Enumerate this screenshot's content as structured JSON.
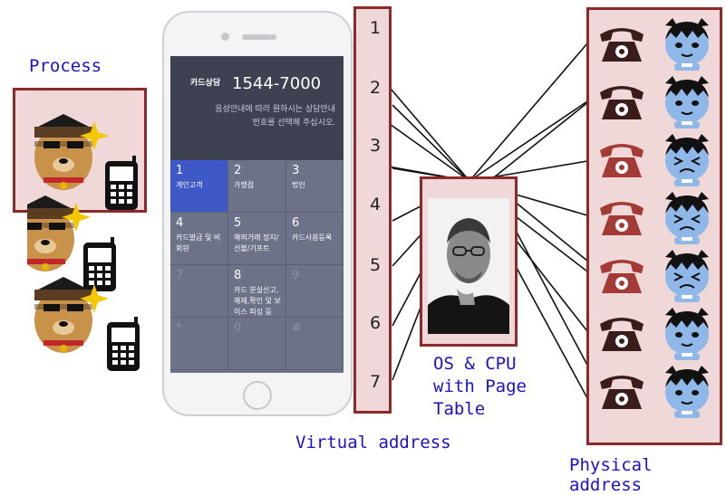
{
  "labels": {
    "process": "Process",
    "virtual_address": "Virtual address",
    "os_cpu": "OS & CPU",
    "with_page": "with Page",
    "table": "Table",
    "physical_address": "Physical address"
  },
  "virtual_pages": [
    "1",
    "2",
    "3",
    "4",
    "5",
    "6",
    "7"
  ],
  "phone_screen": {
    "header_small": "카드상담",
    "header_number": "1544-7000",
    "desc_line1": "음성안내에 따라 원하시는 상담안내",
    "desc_line2": "번호를 선택해 주십시오.",
    "keys": [
      {
        "num": "1",
        "text": "개인고객"
      },
      {
        "num": "2",
        "text": "가맹점"
      },
      {
        "num": "3",
        "text": "법인"
      },
      {
        "num": "4",
        "text": "카드발급 및 비회원"
      },
      {
        "num": "5",
        "text": "해외거래 정지/ 선불/기프트"
      },
      {
        "num": "6",
        "text": "카드사용등록"
      },
      {
        "num": "7",
        "text": ""
      },
      {
        "num": "8",
        "text": "카드 분실신고, 해제,확인 및 보이스 피싱 등"
      },
      {
        "num": "9",
        "text": ""
      },
      {
        "num": "*",
        "text": ""
      },
      {
        "num": "0",
        "text": ""
      },
      {
        "num": "#",
        "text": ""
      }
    ]
  },
  "physical_frames": [
    {
      "phone_color": "#3a1d1a",
      "character": "calm"
    },
    {
      "phone_color": "#3a1d1a",
      "character": "calm"
    },
    {
      "phone_color": "#a33a36",
      "character": "distressed"
    },
    {
      "phone_color": "#a33a36",
      "character": "distressed"
    },
    {
      "phone_color": "#a33a36",
      "character": "distressed"
    },
    {
      "phone_color": "#3a1d1a",
      "character": "calm"
    },
    {
      "phone_color": "#3a1d1a",
      "character": "calm"
    }
  ],
  "colors": {
    "label_blue": "#1a12c8",
    "box_border": "#8a2a2a",
    "box_fill": "#f0d8d8",
    "active_key": "#3e58c8"
  },
  "icons": [
    "dog-character-icon",
    "mobile-phone-icon",
    "telephone-icon",
    "cat-character-icon",
    "person-portrait-icon"
  ]
}
